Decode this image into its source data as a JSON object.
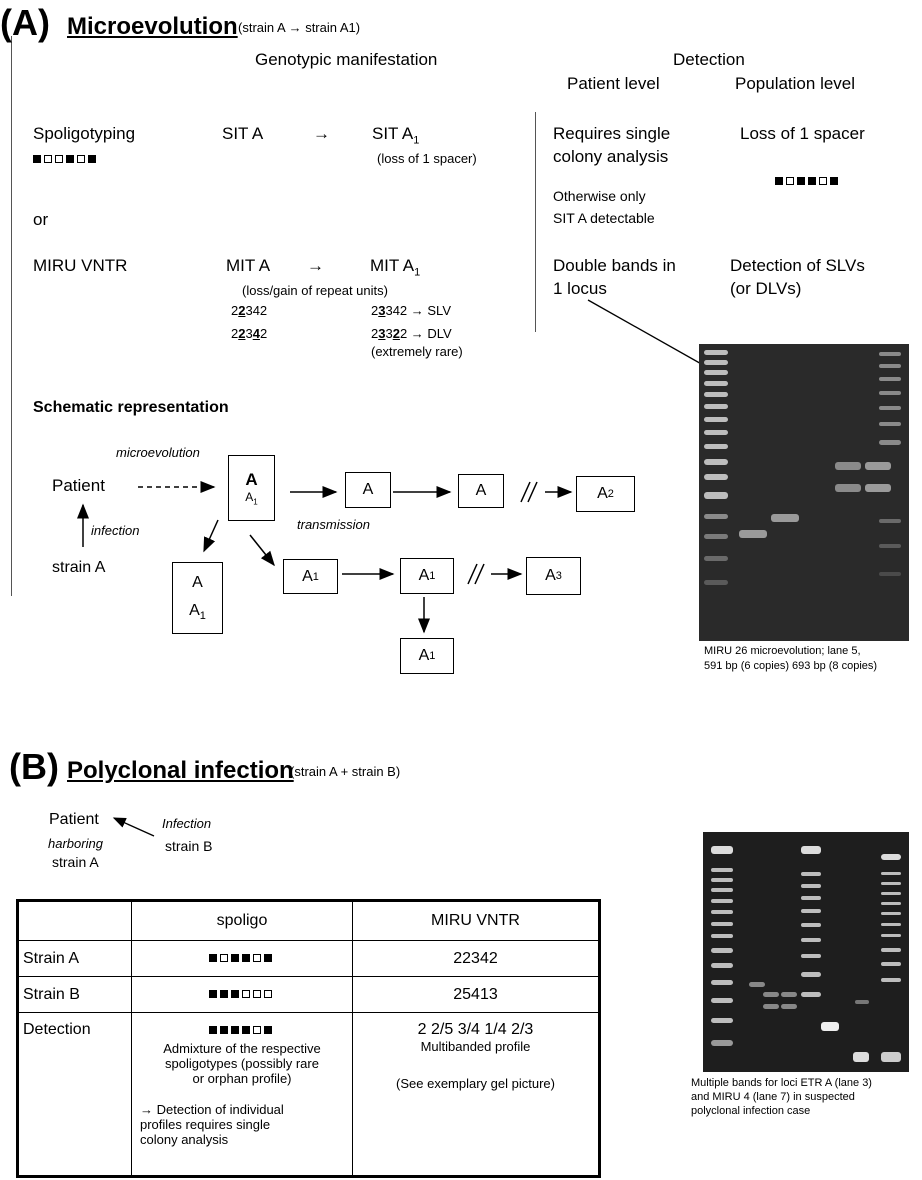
{
  "section_a": {
    "letter": "(A)",
    "title": "Microevolution",
    "subtitle": "(strain A → strain A1)",
    "headers": {
      "genotypic": "Genotypic manifestation",
      "detection": "Detection",
      "patient_level": "Patient level",
      "population_level": "Population level"
    },
    "spoligo": {
      "label": "Spoligotyping",
      "pattern": [
        "f",
        "o",
        "o",
        "f",
        "o",
        "f"
      ],
      "sit_a": "SIT A",
      "arrow": "→",
      "sit_a1": "SIT A",
      "sit_a1_sub": "1",
      "note": "(loss of 1 spacer)",
      "patient_1": "Requires single",
      "patient_2": "colony analysis",
      "otherwise_1": "Otherwise only",
      "otherwise_2": "SIT A detectable",
      "population": "Loss of 1 spacer",
      "population_pattern": [
        "f",
        "o",
        "f",
        "f",
        "o",
        "f"
      ]
    },
    "or": "or",
    "miru": {
      "label": "MIRU VNTR",
      "mit_a": "MIT A",
      "arrow": "→",
      "mit_a1": "MIT A",
      "mit_a1_sub": "1",
      "note": "(loss/gain of repeat units)",
      "row1_left": [
        "2",
        "2",
        "342"
      ],
      "row1_right": [
        "2",
        "3",
        "342 → SLV"
      ],
      "row2_left": [
        "2",
        "2",
        "3",
        "4",
        "2"
      ],
      "row2_right": [
        "2",
        "3",
        "3",
        "2",
        "2 → DLV"
      ],
      "rare": "(extremely rare)",
      "patient_1": "Double bands in",
      "patient_2": "1 locus",
      "population_1": "Detection of SLVs",
      "population_2": "(or DLVs)"
    },
    "schematic": {
      "title": "Schematic representation",
      "microevolution": "microevolution",
      "patient": "Patient",
      "infection": "infection",
      "strain_a": "strain A",
      "transmission": "transmission",
      "box_main_top": "A",
      "box_main_bottom": "A",
      "box_main_bottom_sub": "1",
      "box_a": "A",
      "box_a1": "A",
      "sub1": "1",
      "sub2": "2",
      "sub3": "3",
      "parallel": "//"
    },
    "gel_caption_1": "MIRU 26 microevolution; lane 5,",
    "gel_caption_2": "591 bp (6 copies) 693 bp (8 copies)"
  },
  "section_b": {
    "letter": "(B)",
    "title": "Polyclonal infection",
    "subtitle": "(strain A + strain B)",
    "patient": "Patient",
    "harboring": "harboring",
    "strain_a": "strain A",
    "infection": "Infection",
    "strain_b": "strain B",
    "table": {
      "headers": [
        "",
        "spoligo",
        "MIRU VNTR"
      ],
      "rows": [
        {
          "label": "Strain A",
          "pattern": [
            "f",
            "o",
            "f",
            "f",
            "o",
            "f"
          ],
          "miru": "22342"
        },
        {
          "label": "Strain B",
          "pattern": [
            "f",
            "f",
            "f",
            "o",
            "o",
            "o"
          ],
          "miru": "25413"
        }
      ],
      "detection": {
        "label": "Detection",
        "pattern": [
          "f",
          "f",
          "f",
          "f",
          "o",
          "f"
        ],
        "spoligo_1": "Admixture of the respective",
        "spoligo_2": "spoligotypes (possibly rare",
        "spoligo_3": "or orphan profile)",
        "spoligo_4": "→ Detection of individual",
        "spoligo_5": "profiles requires single",
        "spoligo_6": "colony analysis",
        "miru_1": "2 2/5 3/4 1/4 2/3",
        "miru_2": "Multibanded profile",
        "miru_3": "(See exemplary gel picture)"
      }
    },
    "gel_caption_1": "Multiple bands for loci ETR A  (lane 3)",
    "gel_caption_2": "and MIRU 4 (lane 7) in suspected",
    "gel_caption_3": "polyclonal infection case"
  }
}
